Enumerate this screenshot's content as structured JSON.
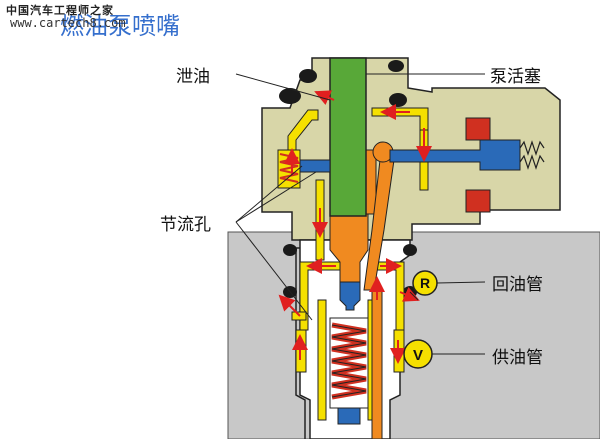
{
  "watermark": {
    "site_name": "中国汽车工程师之家",
    "url": "www.cartech8.com",
    "heading": "燃油泵喷嘴"
  },
  "labels": {
    "drain": "泄油",
    "plunger": "泵活塞",
    "orifice": "节流孔",
    "return_line": "回油管",
    "supply_line": "供油管"
  },
  "gauges": {
    "return": "R",
    "supply": "V"
  },
  "colors": {
    "body": "#d8d6a8",
    "housing": "#c8c8c8",
    "fuel": "#f5e000",
    "plunger": "#58a838",
    "high_pressure": "#f08a20",
    "needle": "#2a6ab8",
    "flow_arrow": "#e02020",
    "solenoid": "#d03020"
  }
}
